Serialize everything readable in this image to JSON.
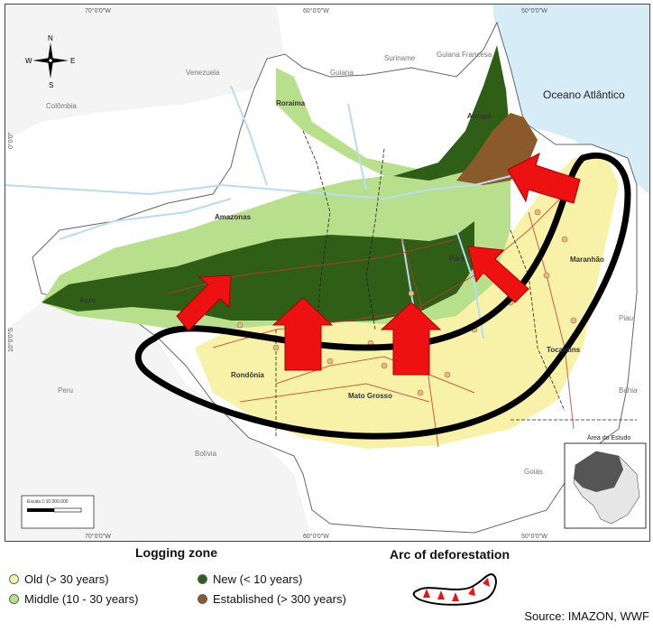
{
  "map": {
    "coords": {
      "top": [
        "70°0'0\"W",
        "60°0'0\"W",
        "50°0'0\"W"
      ],
      "bottom": [
        "70°0'0\"W",
        "60°0'0\"W",
        "50°0'0\"W"
      ],
      "left": [
        "0°0'0\"",
        "10°0'0\"S"
      ]
    },
    "compass": {
      "n": "N",
      "s": "S",
      "e": "E",
      "w": "W"
    },
    "countries": {
      "venezuela": "Venezuela",
      "guiana": "Guiana",
      "suriname": "Suriname",
      "guiana_francesa": "Guiana Francesa",
      "colombia": "Colômbia",
      "peru": "Peru",
      "bolivia": "Bolívia",
      "goias": "Goiás",
      "bahia": "Bahia",
      "piaui": "Piauí"
    },
    "states": {
      "roraima": "Roraima",
      "amapa": "Amapá",
      "amazonas": "Amazonas",
      "para": "Pará",
      "maranhao": "Maranhão",
      "acre": "Acre",
      "rondonia": "Rondônia",
      "mato_grosso": "Mato Grosso",
      "tocantins": "Tocantins"
    },
    "ocean": "Oceano Atlântico",
    "inset_label": "Área do Estudo",
    "scale_label": "Escala 1:10.000.000"
  },
  "legend": {
    "logging_title": "Logging zone",
    "arc_title": "Arc of deforestation",
    "items": {
      "old": {
        "label": "Old (> 30 years)",
        "color": "#f7f2a8"
      },
      "middle": {
        "label": "Middle (10 - 30 years)",
        "color": "#b8e08c"
      },
      "new": {
        "label": "New (< 10 years)",
        "color": "#2f5f16"
      },
      "established": {
        "label": "Established (> 300 years)",
        "color": "#8b5a2b"
      }
    }
  },
  "source": "Source: IMAZON, WWF"
}
